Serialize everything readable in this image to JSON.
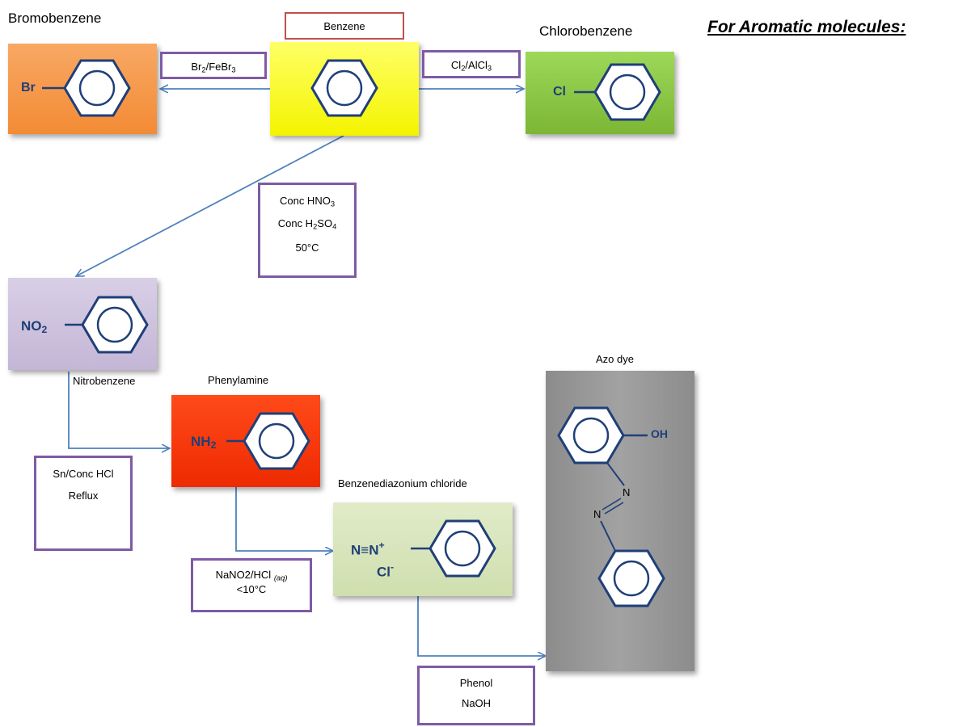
{
  "header": {
    "title": "For Aromatic molecules:"
  },
  "molecules": {
    "benzene": {
      "name": "Benzene"
    },
    "bromobenzene": {
      "name": "Bromobenzene",
      "group": "Br"
    },
    "chlorobenzene": {
      "name": "Chlorobenzene",
      "group": "Cl"
    },
    "nitrobenzene": {
      "name": "Nitrobenzene",
      "group": "NO",
      "group_sub": "2"
    },
    "phenylamine": {
      "name": "Phenylamine",
      "group": "NH",
      "group_sub": "2"
    },
    "diazonium": {
      "name": "Benzenediazonium chloride",
      "group_n1": "N",
      "group_triple": "≡",
      "group_n2": "N",
      "group_plus": "+",
      "counter_ion": "Cl",
      "counter_charge": "-"
    },
    "azo_dye": {
      "name": "Azo dye",
      "oh": "OH",
      "n_upper": "N",
      "n_lower": "N"
    }
  },
  "reagents": {
    "bromination": {
      "a": "Br",
      "a_sub": "2",
      "b": "/FeBr",
      "b_sub": "3"
    },
    "chlorination": {
      "a": "Cl",
      "a_sub": "2",
      "b": "/AlCl",
      "b_sub": "3"
    },
    "nitration": {
      "line1_a": "Conc HNO",
      "line1_sub": "3",
      "line2_a": "Conc H",
      "line2_sub1": "2",
      "line2_b": "SO",
      "line2_sub2": "4",
      "line3": "50°C"
    },
    "reduction": {
      "line1": "Sn/Conc HCl",
      "line2": "Reflux"
    },
    "diazotisation": {
      "line1_a": "NaNO2/HCl",
      "line1_sub": "(aq)",
      "line2": "<10°C"
    },
    "coupling": {
      "line1": "Phenol",
      "line2": "NaOH"
    }
  },
  "colors": {
    "arrow": "#4f81bd",
    "ring": "#1f3f78",
    "bromobenzene_box": "#f79646",
    "benzene_box": "#ffff00",
    "chlorobenzene_box": "#8cc63f",
    "nitrobenzene_box": "#ccc0da",
    "phenylamine_box": "#ff3300",
    "diazonium_box": "#d7e4bc",
    "azo_box": "#969696",
    "reagent_border": "#7f5aa6",
    "benzene_label_border": "#c0504d"
  }
}
